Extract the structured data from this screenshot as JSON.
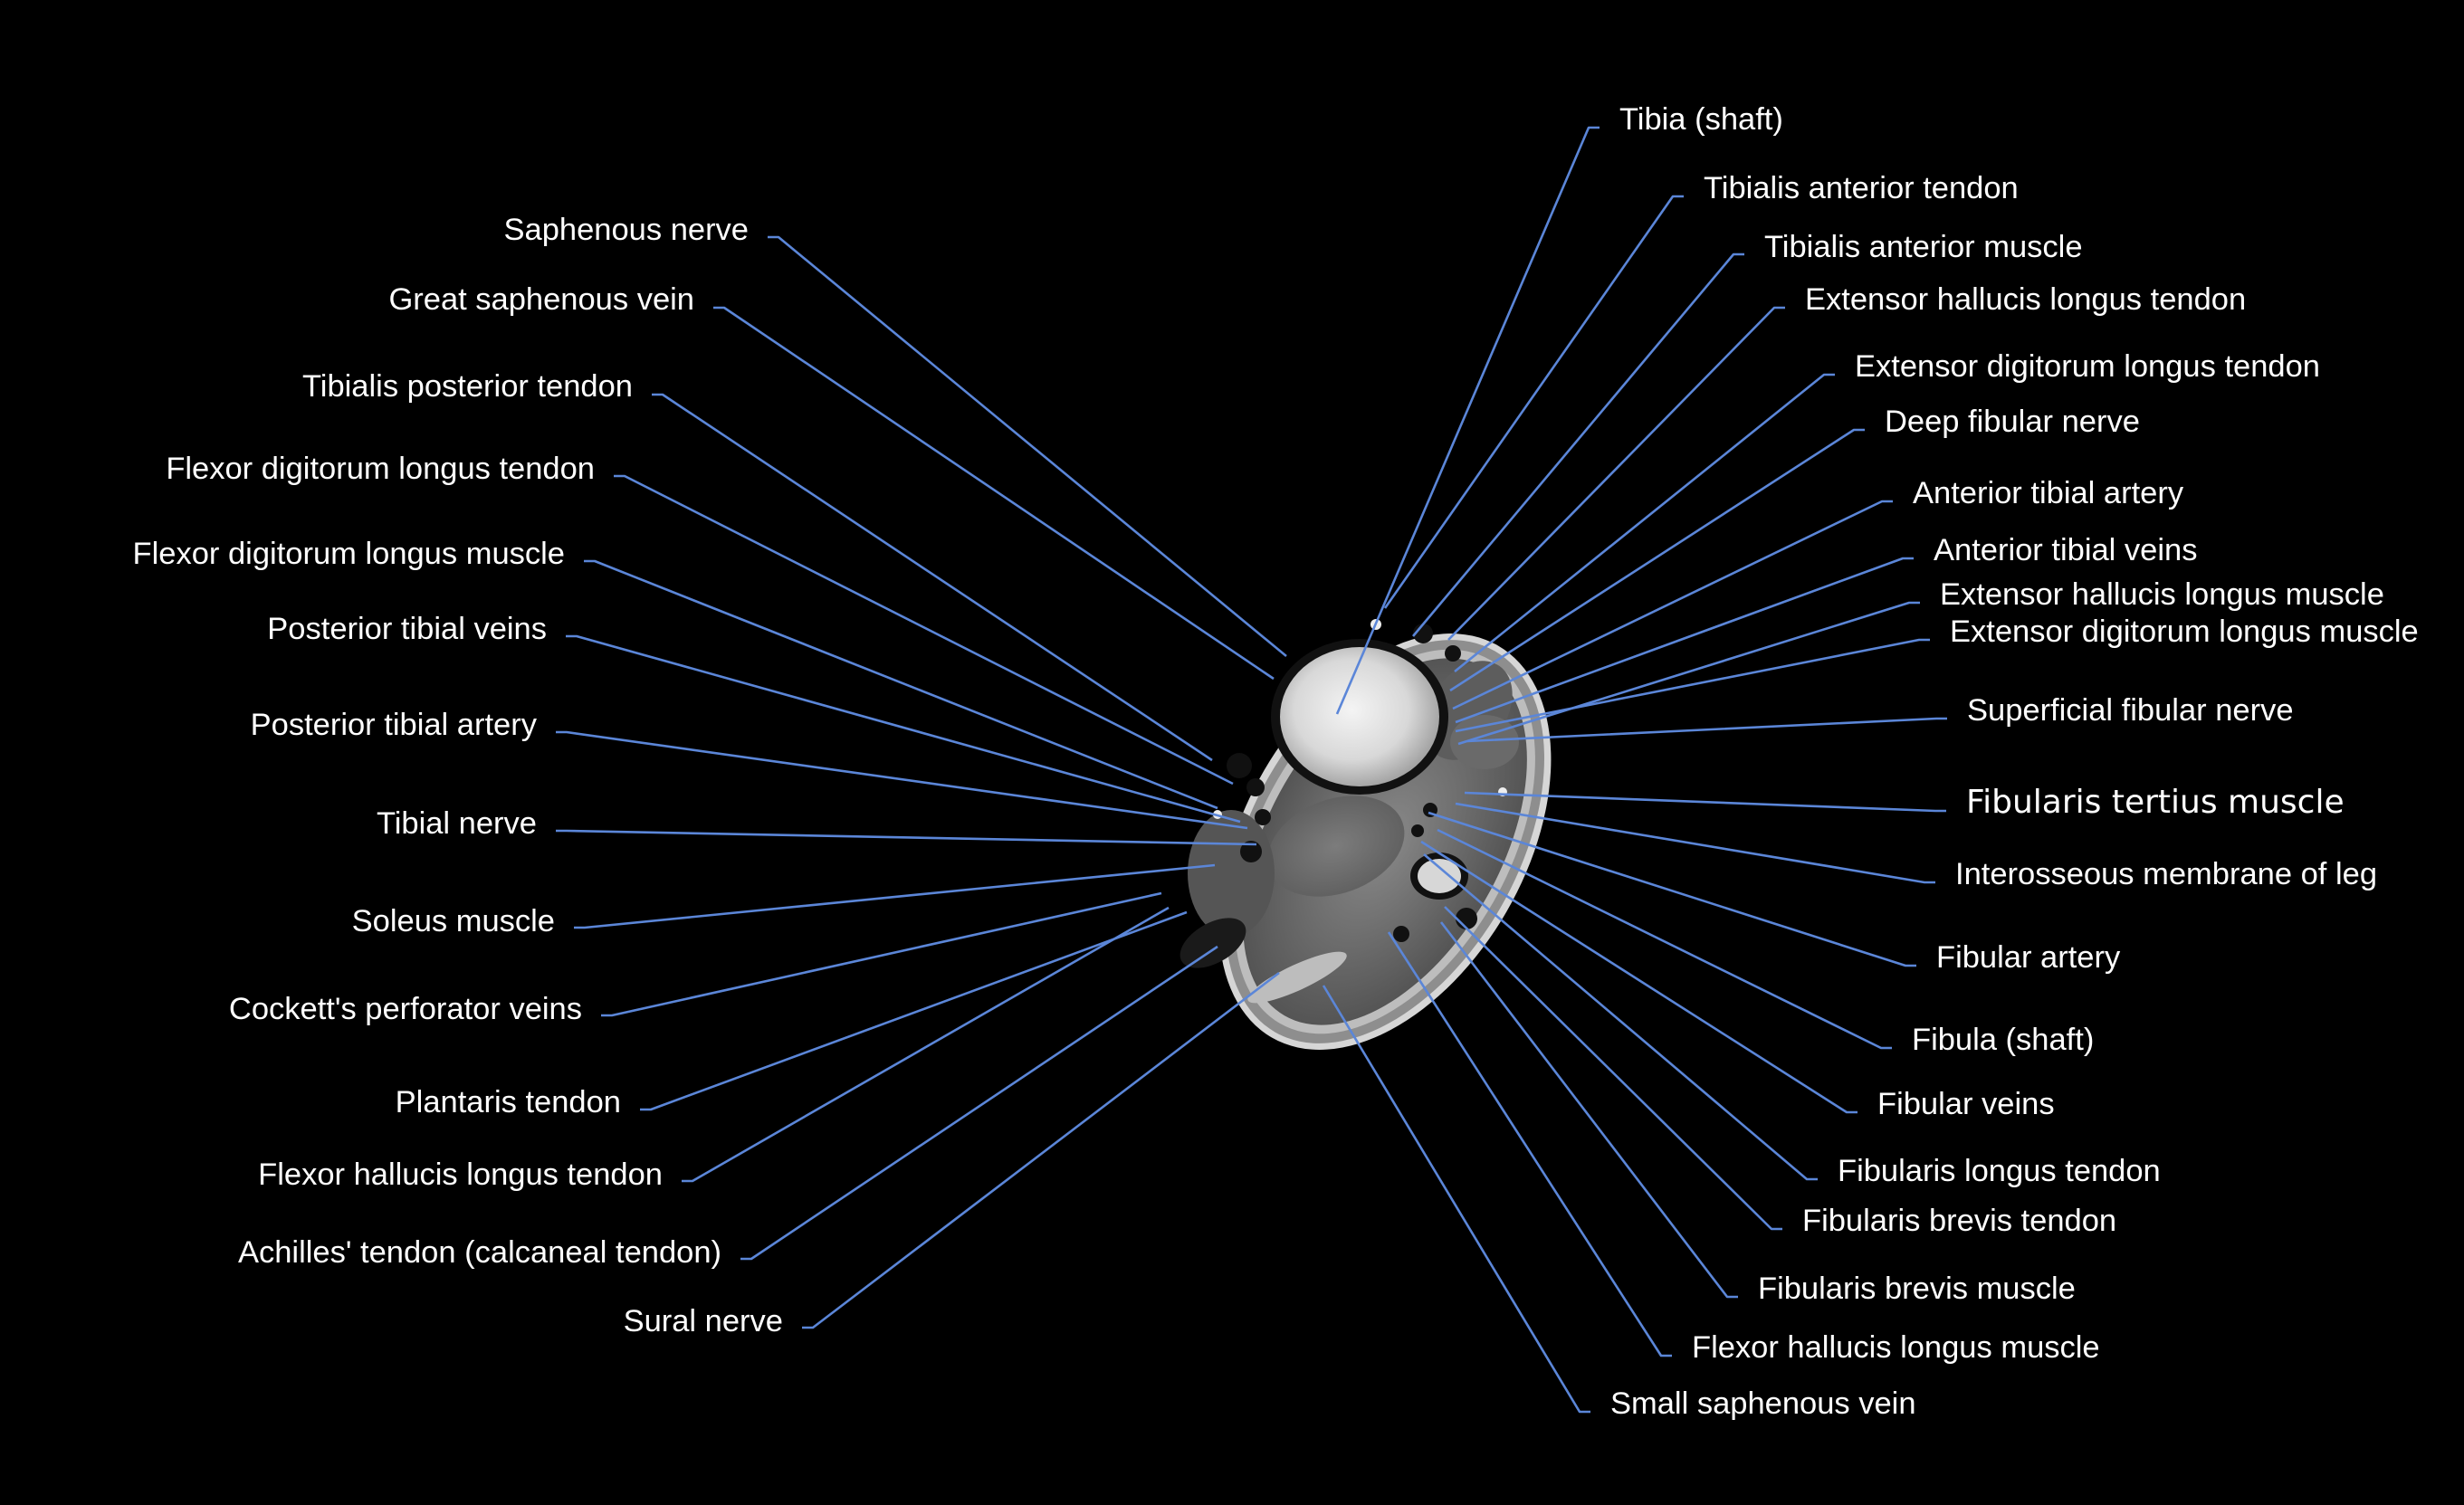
{
  "colors": {
    "background": "#000000",
    "label_text": "#ffffff",
    "leader_line": "#5b86d8"
  },
  "image": {
    "description_icon": "axial-mri-ankle-slice-image"
  },
  "labels": {
    "left": [
      "Saphenous nerve",
      "Great saphenous vein",
      "Tibialis posterior tendon",
      "Flexor digitorum longus tendon",
      "Flexor digitorum longus muscle",
      "Posterior tibial veins",
      "Posterior tibial artery",
      "Tibial nerve",
      "Soleus muscle",
      "Cockett's perforator veins",
      "Plantaris tendon",
      "Flexor hallucis longus tendon",
      "Achilles' tendon (calcaneal tendon)",
      "Sural nerve"
    ],
    "right": [
      "Tibia (shaft)",
      "Tibialis anterior tendon",
      "Tibialis anterior muscle",
      "Extensor hallucis longus tendon",
      "Extensor digitorum longus tendon",
      "Deep fibular nerve",
      "Anterior tibial artery",
      "Anterior tibial veins",
      "Extensor hallucis longus muscle",
      "Extensor digitorum longus muscle",
      "Superficial fibular nerve",
      "Fibularis tertius muscle",
      "Interosseous membrane of leg",
      "Fibular artery",
      "Fibula (shaft)",
      "Fibular veins",
      "Fibularis longus tendon",
      "Fibularis brevis tendon",
      "Fibularis brevis muscle",
      "Flexor hallucis longus muscle",
      "Small saphenous vein"
    ]
  }
}
